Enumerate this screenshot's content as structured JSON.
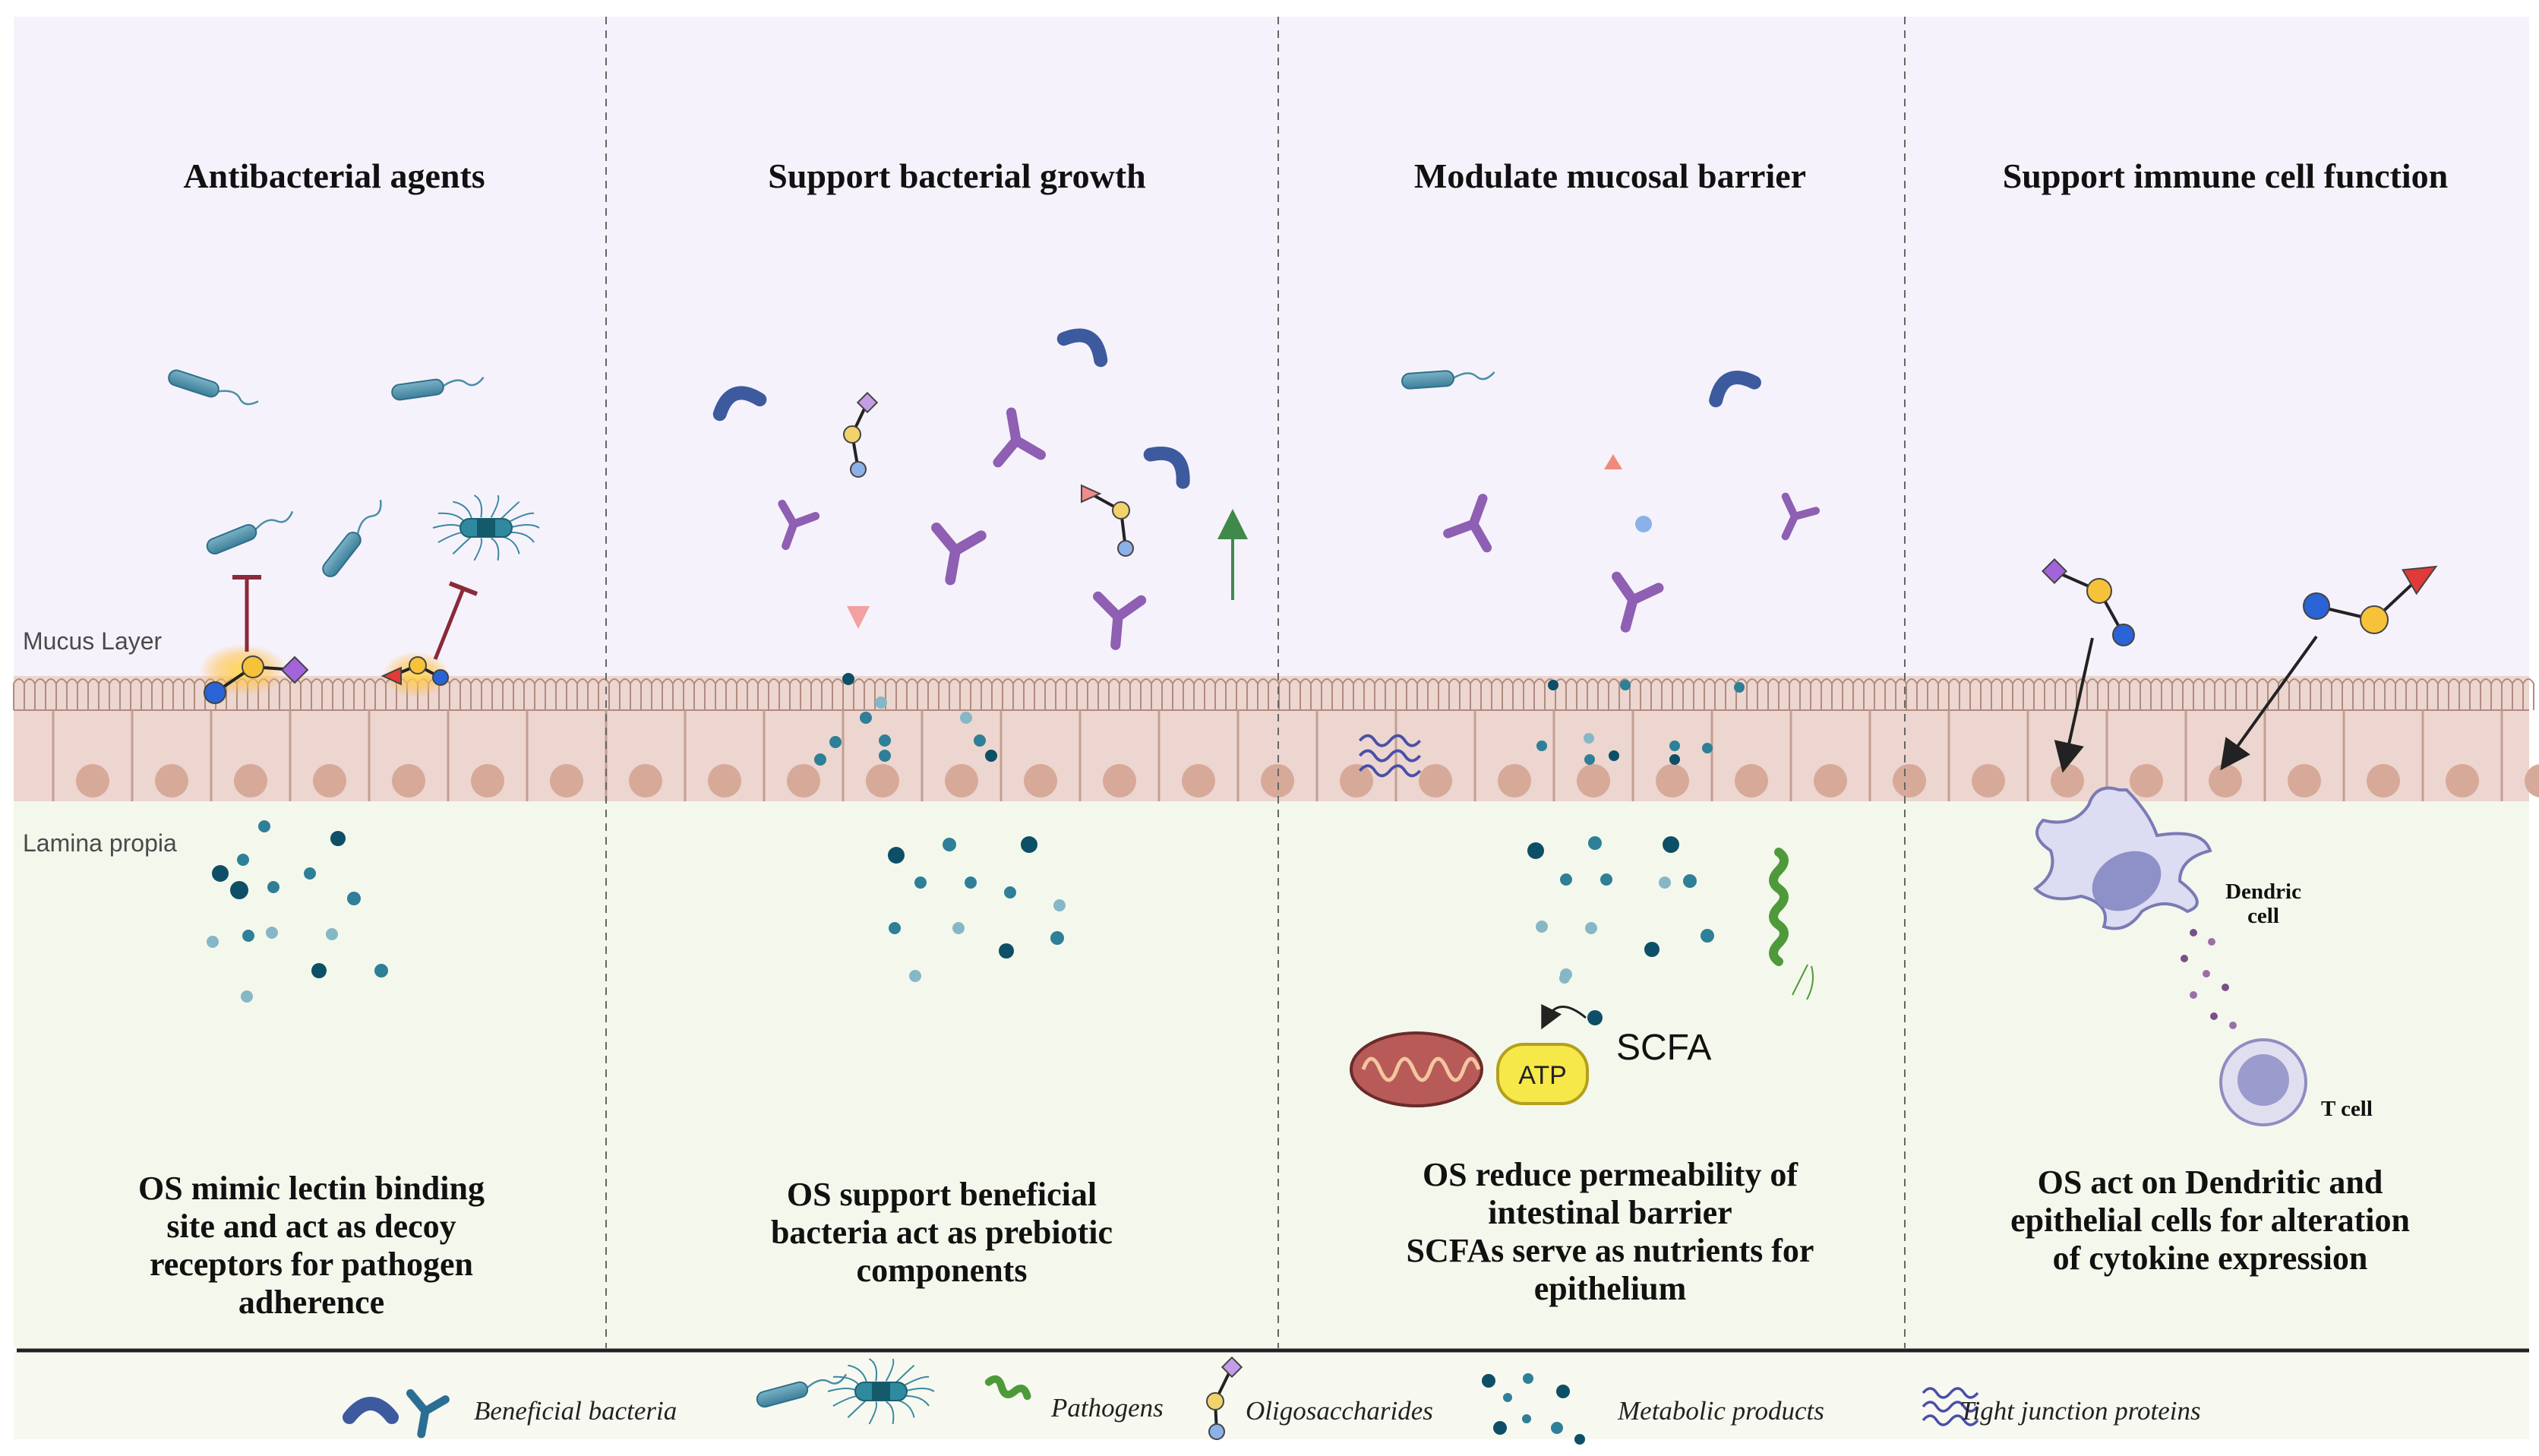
{
  "panels": [
    {
      "title": "Antibacterial agents",
      "caption_lines": [
        "OS mimic lectin binding",
        "site and act as decoy",
        "receptors for pathogen",
        "adherence"
      ]
    },
    {
      "title": "Support bacterial growth",
      "caption_lines": [
        "OS support beneficial",
        "bacteria act as prebiotic",
        "components"
      ]
    },
    {
      "title": "Modulate mucosal barrier",
      "caption_lines": [
        "OS reduce permeability of",
        "intestinal barrier",
        "SCFAs serve as nutrients for",
        "epithelium"
      ]
    },
    {
      "title": "Support immune cell function",
      "caption_lines": [
        "OS act on Dendritic and",
        "epithelial cells for alteration",
        "of cytokine expression"
      ]
    }
  ],
  "layers": {
    "mucus": "Mucus Layer",
    "lamina": "Lamina propia"
  },
  "labels": {
    "atp": "ATP",
    "scfa": "SCFA",
    "dendritic_line1": "Dendric",
    "dendritic_line2": "cell",
    "tcell": "T cell"
  },
  "legend": {
    "beneficial": "Beneficial bacteria",
    "pathogens": "Pathogens",
    "oligosaccharides": "Oligosaccharides",
    "metabolic": "Metabolic products",
    "tight_junction": "Tight junction proteins"
  },
  "colors": {
    "mucus_bg": "#f6f2fb",
    "lamina_bg": "#f4f8ec",
    "epithelium": "#ecd6cf",
    "nucleus": "#d7a999",
    "beneficial": "#3d5a9e",
    "pathogen": "#4a8fa8",
    "receptor": "#8e5fb2",
    "metabolite": "#1d6f8a",
    "os_yellow": "#f5c23a",
    "os_blue": "#2a63d6",
    "os_purple": "#a264d8",
    "os_red": "#e03a3a"
  }
}
